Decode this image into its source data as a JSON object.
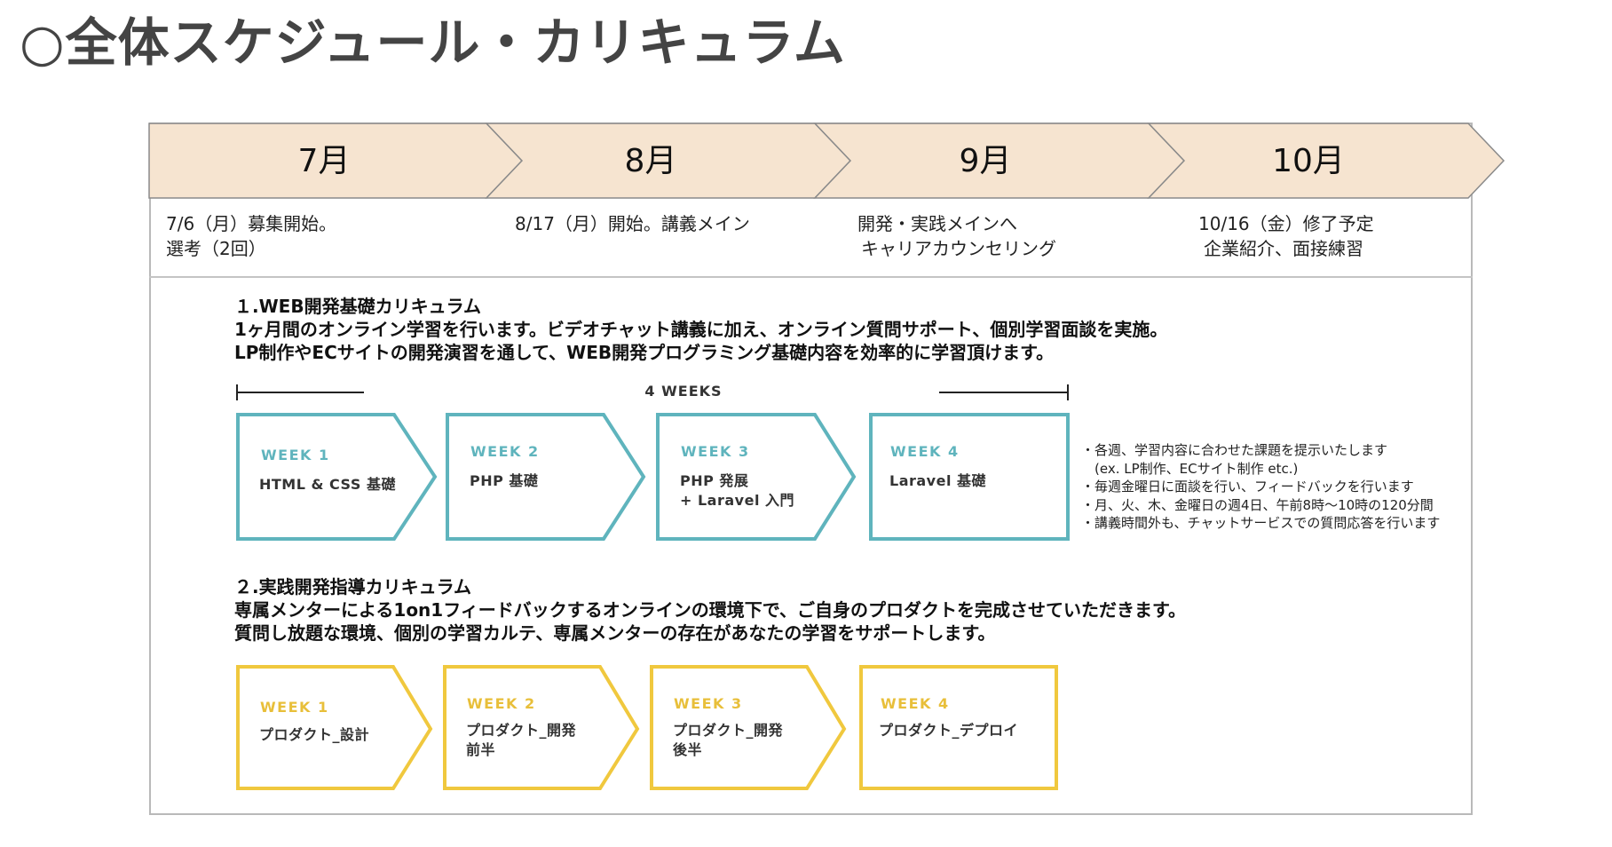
{
  "title": "○全体スケジュール・カリキュラム",
  "colors": {
    "band_fill": "#f6e4d0",
    "band_border": "#8a8a8a",
    "teal": "#5fb4bd",
    "gold": "#f0c83e",
    "frame": "#b9b9b9"
  },
  "months": [
    "7月",
    "8月",
    "9月",
    "10月"
  ],
  "notes": [
    [
      "7/6（月）募集開始。",
      "選考（2回）"
    ],
    [
      "8/17（月）開始。講義メイン"
    ],
    [
      "開発・実践メインへ",
      "キャリアカウンセリング"
    ],
    [
      "10/16（金）修了予定",
      "企業紹介、面接練習"
    ]
  ],
  "section1": {
    "heading": "１.WEB開発基礎カリキュラム",
    "line1": "1ヶ月間のオンライン学習を行います。ビデオチャット講義に加え、オンライン質問サポート、個別学習面談を実施。",
    "line2": "LP制作やECサイトの開発演習を通して、WEB開発プログラミング基礎内容を効率的に学習頂けます。",
    "weeks_label": "4 WEEKS",
    "cards": [
      {
        "week": "WEEK 1",
        "lines": [
          "HTML & CSS 基礎"
        ]
      },
      {
        "week": "WEEK 2",
        "lines": [
          "PHP 基礎"
        ]
      },
      {
        "week": "WEEK 3",
        "lines": [
          "PHP 発展",
          "+ Laravel 入門"
        ]
      },
      {
        "week": "WEEK 4",
        "lines": [
          "Laravel 基礎"
        ]
      }
    ],
    "bullets": [
      "・各週、学習内容に合わせた課題を提示いたします",
      "　(ex. LP制作、ECサイト制作 etc.)",
      "・毎週金曜日に面談を行い、フィードバックを行います",
      "・月、火、木、金曜日の週4日、午前8時〜10時の120分間",
      "・講義時間外も、チャットサービスでの質問応答を行います"
    ]
  },
  "section2": {
    "heading": "２.実践開発指導カリキュラム",
    "line1": "専属メンターによる1on1フィードバックするオンラインの環境下で、ご自身のプロダクトを完成させていただきます。",
    "line2": "質問し放題な環境、個別の学習カルテ、専属メンターの存在があなたの学習をサポートします。",
    "cards": [
      {
        "week": "WEEK 1",
        "lines": [
          "プロダクト_設計"
        ]
      },
      {
        "week": "WEEK 2",
        "lines": [
          "プロダクト_開発",
          "前半"
        ]
      },
      {
        "week": "WEEK 3",
        "lines": [
          "プロダクト_開発",
          "後半"
        ]
      },
      {
        "week": "WEEK 4",
        "lines": [
          "プロダクト_デプロイ"
        ]
      }
    ]
  }
}
